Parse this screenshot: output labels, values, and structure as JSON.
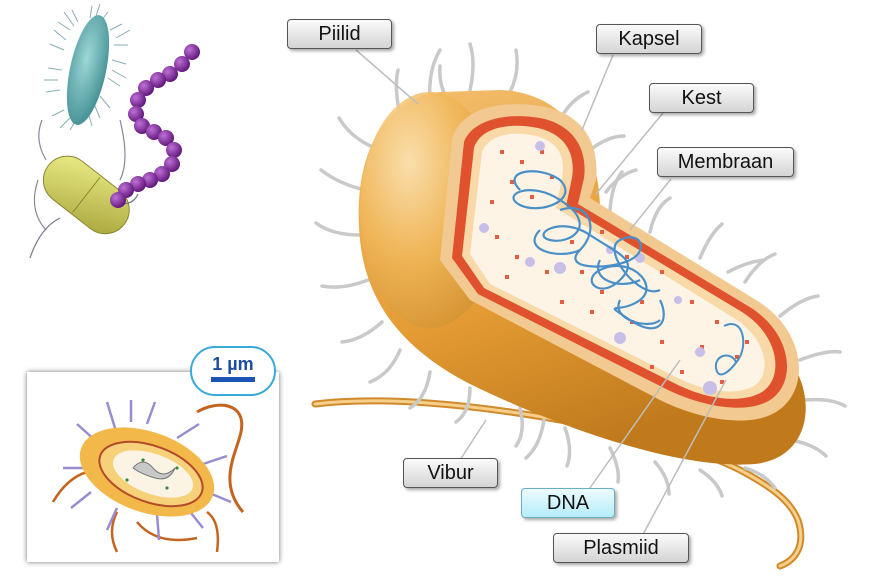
{
  "labels": {
    "piilid": "Piilid",
    "kapsel": "Kapsel",
    "kest": "Kest",
    "membraan": "Membraan",
    "vibur": "Vibur",
    "dna": "DNA",
    "plasmiid": "Plasmiid"
  },
  "scale_bar": "1 µm",
  "colors": {
    "capsule": "#e6a23d",
    "cell_wall": "#e0512e",
    "cytoplasm": "#fdf4e6",
    "dna": "#4a90c8",
    "plasmid": "#b9aee0",
    "dna_label_bg": "#b6ecfa"
  }
}
